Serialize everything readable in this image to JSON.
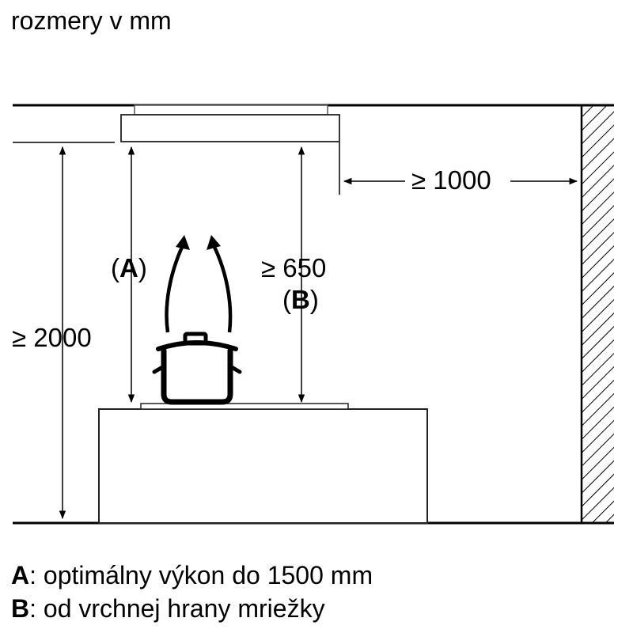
{
  "header": {
    "units_label": "rozmery v mm"
  },
  "dimensions": {
    "a": {
      "open": "(",
      "key": "A",
      "close": ")"
    },
    "b_value": "≥ 650",
    "b": {
      "open": "(",
      "key": "B",
      "close": ")"
    },
    "floor_to_hood": "≥ 2000",
    "hood_to_wall": "≥ 1000"
  },
  "legend": [
    {
      "key": "A",
      "text": ": optimálny výkon do 1500 mm"
    },
    {
      "key": "B",
      "text": ": od vrchnej hrany mriežky"
    }
  ]
}
